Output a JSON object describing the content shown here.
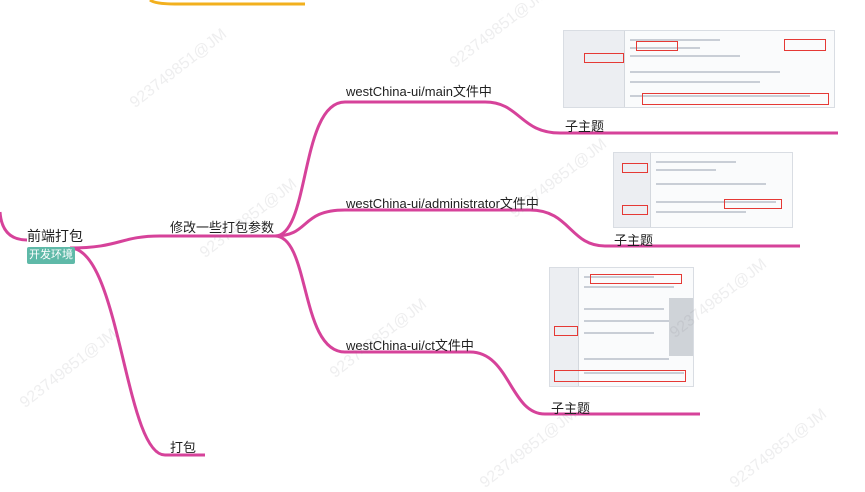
{
  "root": {
    "title": "前端打包",
    "tag": "开发环境"
  },
  "branches": {
    "modify": "修改一些打包参数",
    "pack": "打包"
  },
  "sub": {
    "main": "westChina-ui/main文件中",
    "administrator": "westChina-ui/administrator文件中",
    "ct": "westChina-ui/ct文件中"
  },
  "topics": {
    "t1": "子主题",
    "t2": "子主题",
    "t3": "子主题"
  },
  "watermark": "923749851@JM",
  "colors": {
    "branch": "#d6429a",
    "top_branch": "#f2b01e",
    "tag": "#5fb9a8",
    "highlight": "#e53935"
  }
}
